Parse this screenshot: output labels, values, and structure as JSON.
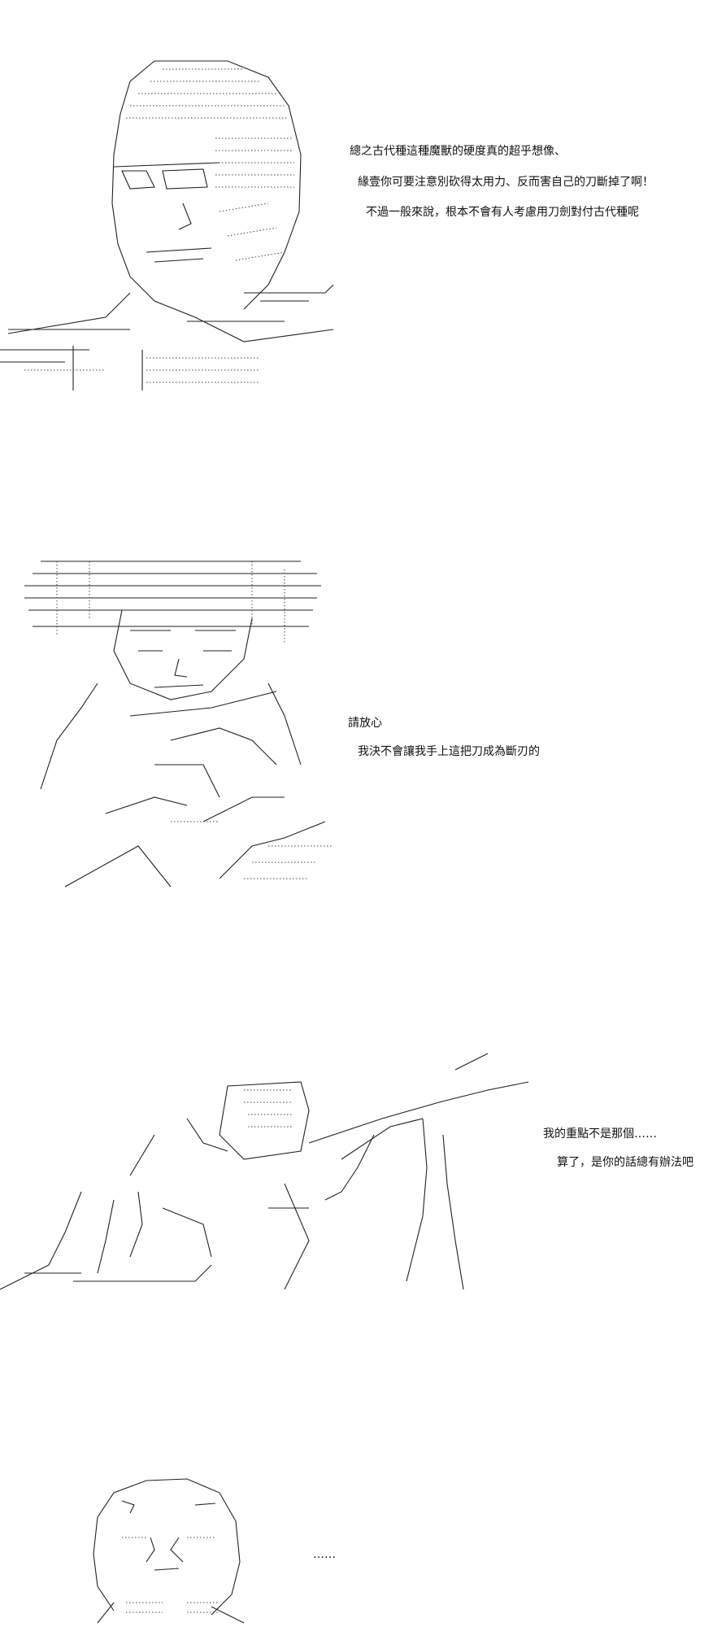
{
  "panels": [
    {
      "id": "panel-1",
      "dialogue": [
        "總之古代種這種魔獸的硬度真的超乎想像、",
        "緣壹你可要注意別砍得太用力、反而害自己的刀斷掉了啊！",
        "不過一般來說，根本不會有人考慮用刀劍對付古代種呢"
      ]
    },
    {
      "id": "panel-2",
      "dialogue": [
        "請放心",
        "我決不會讓我手上這把刀成為斷刃的"
      ]
    },
    {
      "id": "panel-3",
      "dialogue": [
        "我的重點不是那個……",
        "算了，是你的話總有辦法吧"
      ]
    },
    {
      "id": "panel-4",
      "dialogue": [
        "……"
      ]
    }
  ]
}
